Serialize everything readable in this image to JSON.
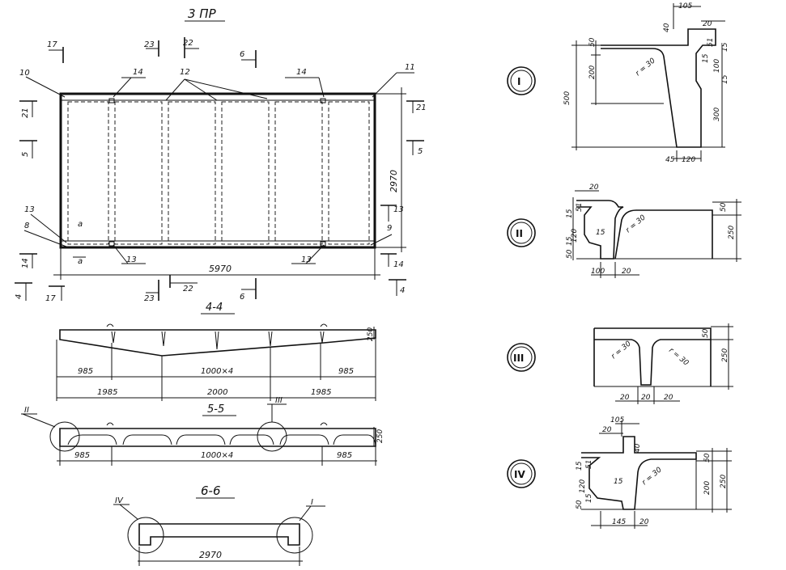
{
  "plan": {
    "title": "3 ПР",
    "dim_length": "5970",
    "dim_width": "2970",
    "leaders": {
      "n10": "10",
      "n14a": "14",
      "n12": "12",
      "n14b": "14",
      "n11": "11",
      "n13l": "13",
      "n8": "8",
      "n9": "9",
      "n13a": "13",
      "n13b": "13",
      "n9r": "13"
    },
    "cuts": {
      "c17t": "17",
      "c23t": "23",
      "c22t": "22",
      "c6t": "6",
      "c21l": "21",
      "c5l": "5",
      "c13l": "13",
      "c14l": "14",
      "c4l": "4",
      "c17b": "17",
      "c23b": "23",
      "c22b": "22",
      "c6b": "6",
      "c21r": "21",
      "c5r": "5",
      "c13r": "13",
      "c14r": "14",
      "c4r": "4",
      "a1": "а",
      "a2": "а"
    }
  },
  "section44": {
    "title": "4-4",
    "height": "250",
    "d1": "985",
    "d2": "1000×4",
    "d3": "985",
    "e1": "1985",
    "e2": "2000",
    "e3": "1985"
  },
  "section55": {
    "title": "5-5",
    "height": "250",
    "d1": "985",
    "d2": "1000×4",
    "d3": "985",
    "callout_left": "II",
    "callout_right": "III"
  },
  "section66": {
    "title": "6-6",
    "dim": "2970",
    "callout_left": "IV",
    "callout_right": "I"
  },
  "details": {
    "d1": {
      "label": "I",
      "r": "r = 30",
      "dims": {
        "a": "105",
        "b": "20",
        "c": "40",
        "d": "50",
        "e": "200",
        "f": "500",
        "g": "300",
        "h": "51",
        "i": "15",
        "j": "15",
        "k": "100",
        "l": "15",
        "m": "45",
        "n": "120"
      }
    },
    "d2": {
      "label": "II",
      "r": "r = 30",
      "dims": {
        "a": "20",
        "b": "15",
        "c": "51",
        "d": "120",
        "e": "15",
        "f": "15",
        "g": "50",
        "h": "50",
        "i": "250",
        "j": "100",
        "k": "20"
      }
    },
    "d3": {
      "label": "III",
      "r1": "r = 30",
      "r2": "r = 30",
      "dims": {
        "a": "50",
        "b": "250",
        "c": "20",
        "d": "20",
        "e": "20"
      }
    },
    "d4": {
      "label": "IV",
      "r": "r = 30",
      "dims": {
        "a": "105",
        "b": "20",
        "c": "40",
        "d": "15",
        "e": "51",
        "f": "120",
        "g": "15",
        "h": "50",
        "i": "15",
        "j": "50",
        "k": "200",
        "l": "250",
        "m": "145",
        "n": "20"
      }
    }
  }
}
